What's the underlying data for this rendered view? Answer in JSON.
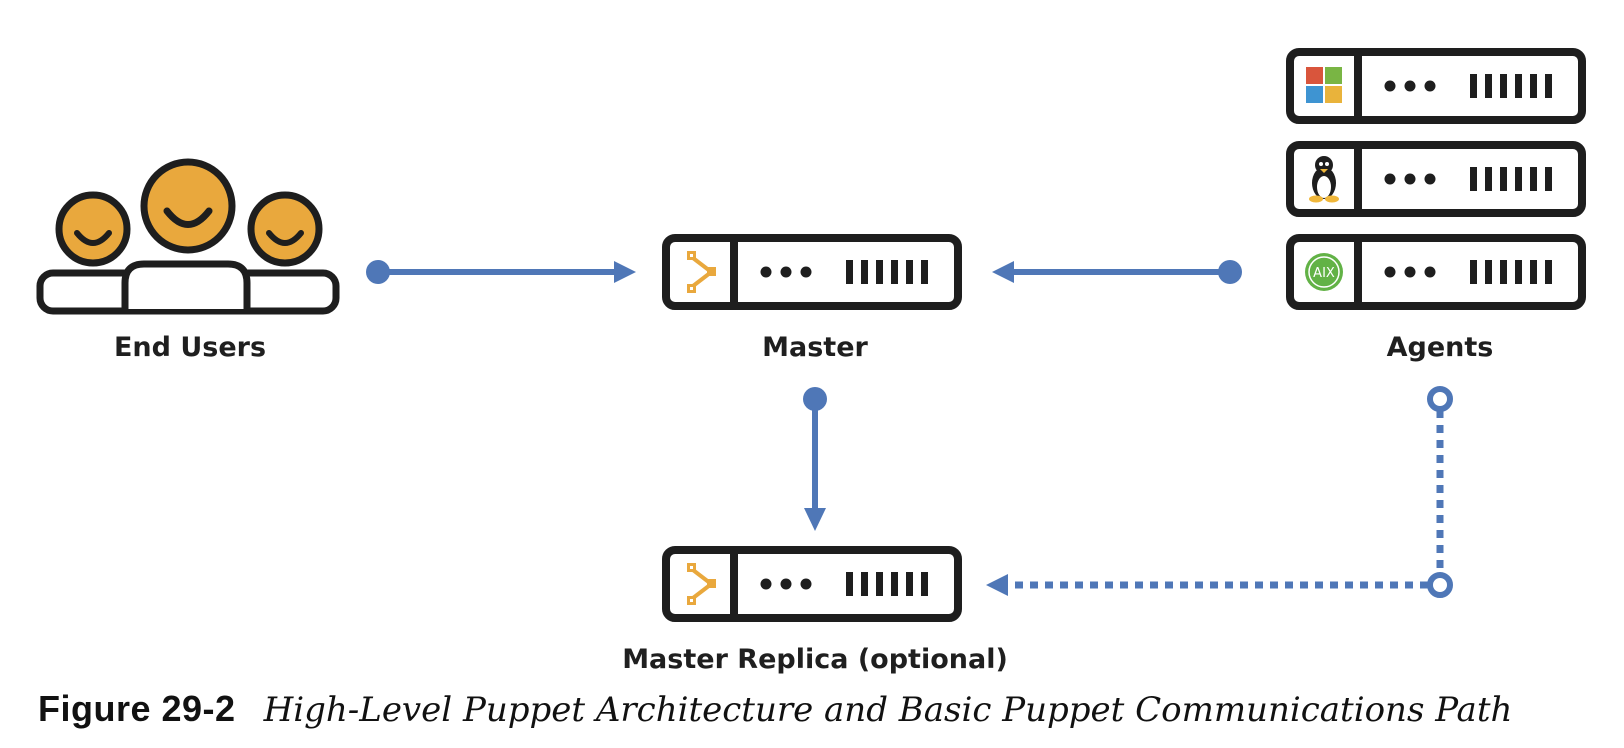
{
  "nodes": {
    "end_users": {
      "label": "End Users"
    },
    "master": {
      "label": "Master"
    },
    "agents": {
      "label": "Agents",
      "os": [
        "windows-icon",
        "linux-tux-icon",
        "aix-icon"
      ],
      "aix_text": "AIX"
    },
    "master_replica": {
      "label": "Master Replica (optional)"
    }
  },
  "caption": {
    "number": "Figure 29-2",
    "title": "High-Level Puppet Architecture and Basic Puppet Communications Path"
  },
  "colors": {
    "arrow": "#4f77b7",
    "user_fill": "#e9a83d",
    "outline": "#1e1e1e",
    "puppet_orange": "#e9a83d",
    "windows": [
      "#d9553c",
      "#79b544",
      "#3e94d2",
      "#e9b33b"
    ],
    "aix_green": "#62b246"
  }
}
